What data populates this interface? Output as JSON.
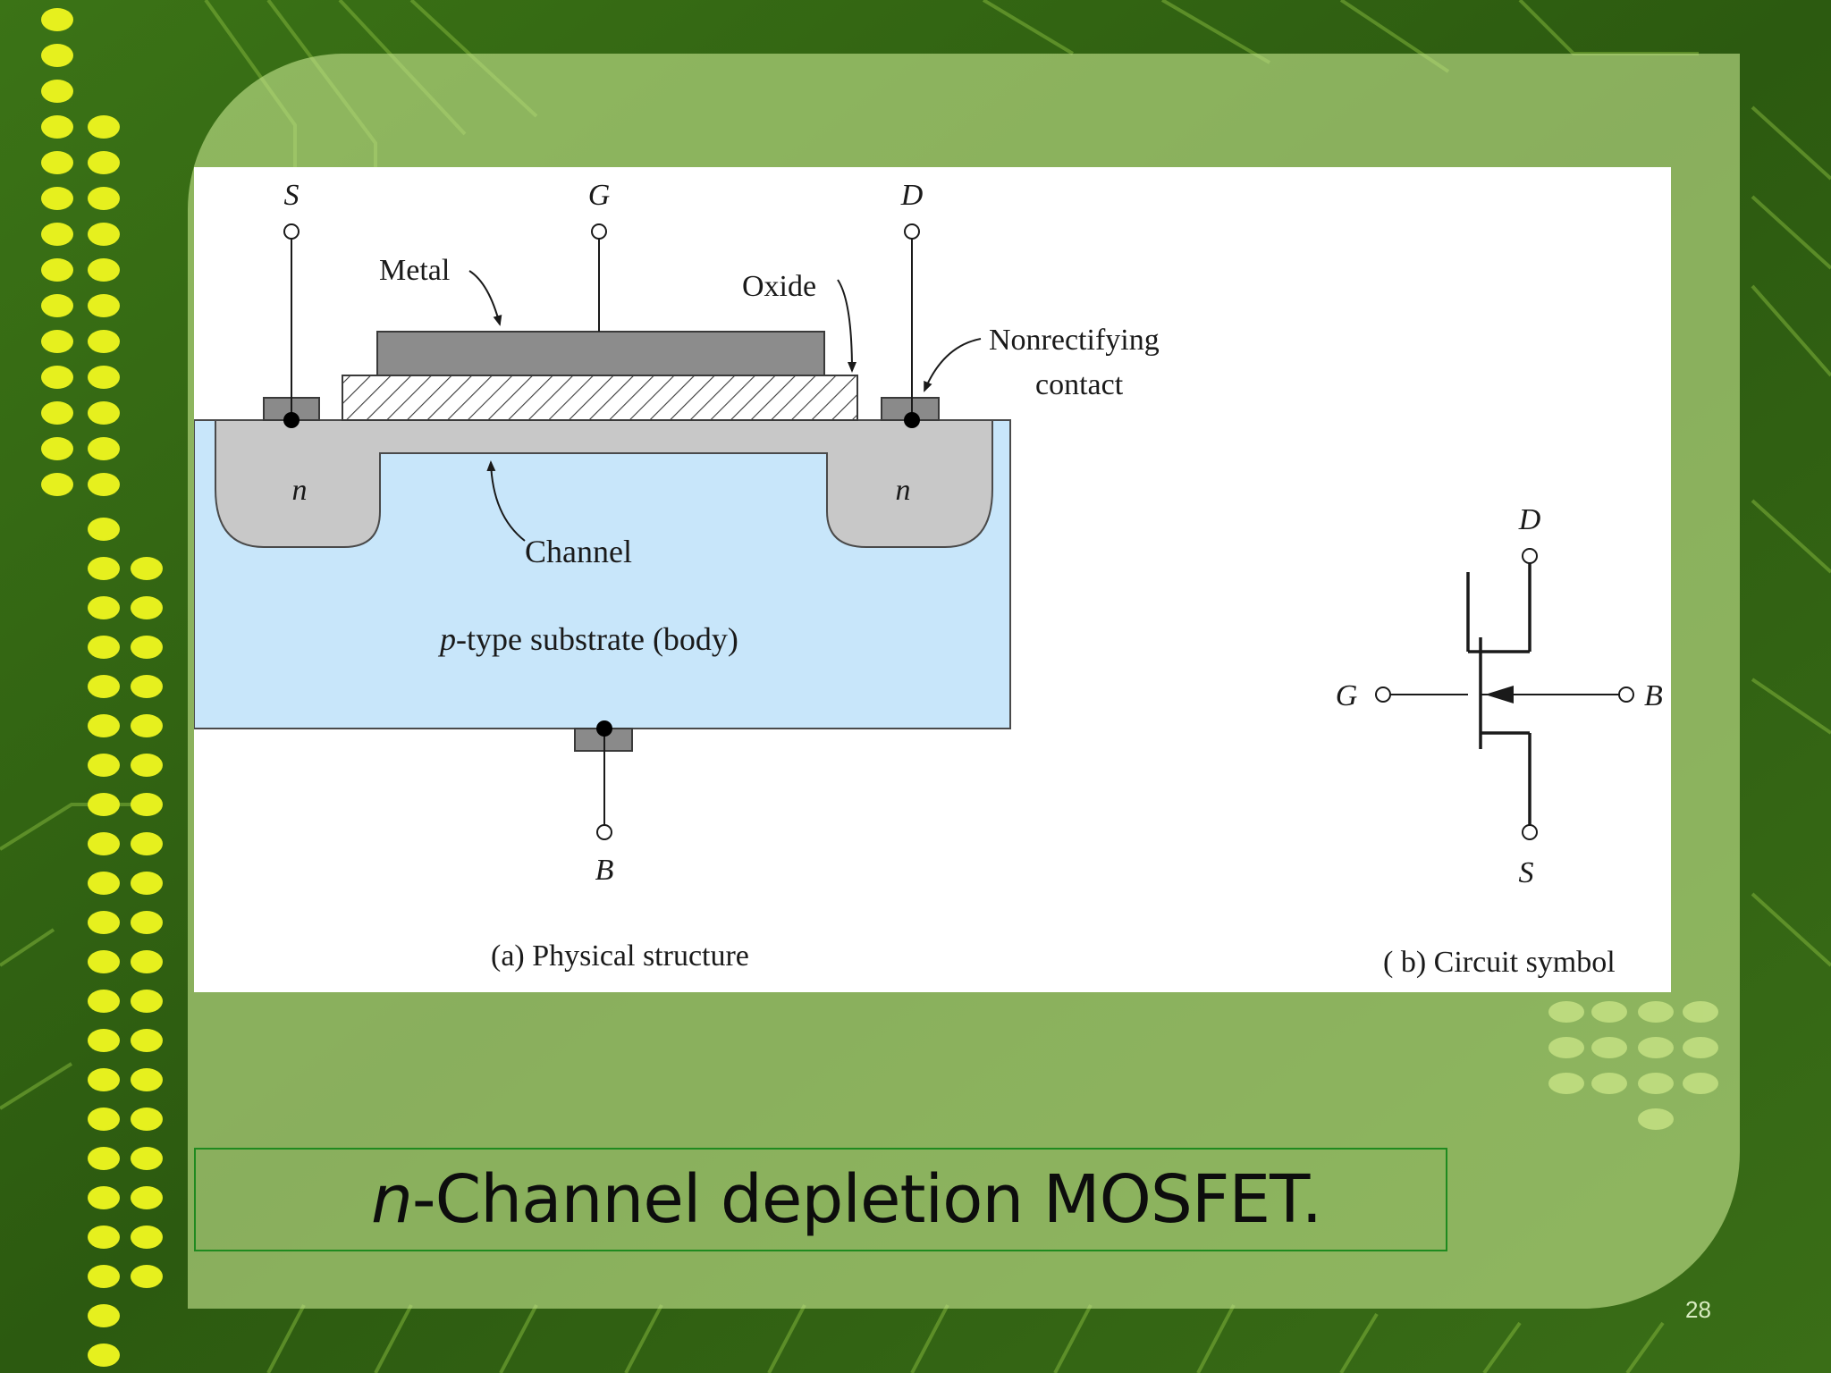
{
  "slide": {
    "caption_italic": "n",
    "caption_rest": "-Channel depletion MOSFET.",
    "slide_number": "28"
  },
  "figure": {
    "terminals_structure": {
      "source": "S",
      "gate": "G",
      "drain": "D",
      "body": "B"
    },
    "labels": {
      "metal": "Metal",
      "oxide": "Oxide",
      "nonrectifying_line1": "Nonrectifying",
      "nonrectifying_line2": "contact",
      "n_left": "n",
      "n_right": "n",
      "channel": "Channel",
      "substrate_italic": "p",
      "substrate_rest": "-type substrate (body)"
    },
    "caption_a": "(a) Physical structure",
    "symbol": {
      "drain": "D",
      "gate": "G",
      "body": "B",
      "source": "S"
    },
    "caption_b": "( b) Circuit symbol"
  },
  "colors": {
    "substrate": "#c8e6fa",
    "n_region": "#c8c8c8",
    "metal": "#8c8c8c",
    "contact": "#8a8a8a",
    "panel": "#c4e48c",
    "caption_border": "#1f8a1f",
    "background": "#2f5e12"
  }
}
